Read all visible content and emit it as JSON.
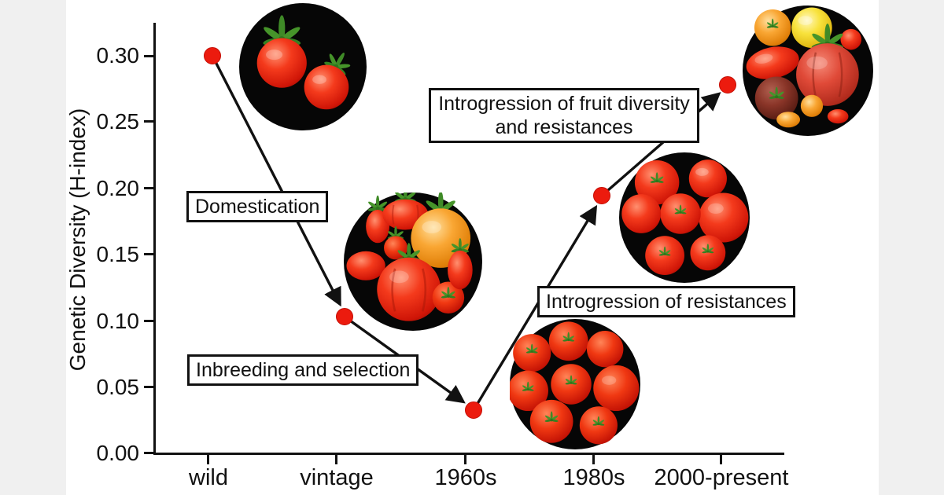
{
  "page": {
    "background_color": "#f0f0f0",
    "panel_color": "#ffffff"
  },
  "chart_data": {
    "type": "scatter",
    "title": "",
    "xlabel": "",
    "ylabel": "Genetic Diversity (H-index)",
    "categories": [
      "wild",
      "vintage",
      "1960s",
      "1980s",
      "2000-present"
    ],
    "values": [
      0.3,
      0.105,
      0.035,
      0.195,
      0.28
    ],
    "ylim": [
      0.0,
      0.32
    ],
    "yticks": [
      0.3,
      0.25,
      0.2,
      0.15,
      0.1,
      0.05,
      0.0
    ],
    "ytick_labels": [
      "0.30",
      "0.25",
      "0.20",
      "0.15",
      "0.10",
      "0.05",
      "0.00"
    ],
    "grid": false,
    "legend": "none",
    "point_color": "#ec1b0e",
    "line_color": "#111111",
    "annotations": [
      {
        "label": "Domestication",
        "from": "wild",
        "to": "vintage"
      },
      {
        "label": "Inbreeding and selection",
        "from": "vintage",
        "to": "1960s"
      },
      {
        "label": "Introgression of resistances",
        "from": "1960s",
        "to": "1980s"
      },
      {
        "label": "Introgression of fruit diversity and resistances",
        "from": "1980s",
        "to": "2000-present"
      }
    ],
    "images": [
      {
        "name": "wild-tomatoes",
        "description": "two small red cherry tomatoes with green calyx on black circle"
      },
      {
        "name": "vintage-tomatoes",
        "description": "assorted heirloom tomatoes, red and orange, varied shapes"
      },
      {
        "name": "1960s-tomatoes",
        "description": "uniform round red tomatoes"
      },
      {
        "name": "1980s-tomatoes",
        "description": "uniform round red tomatoes, slightly varied"
      },
      {
        "name": "2000-present-tomatoes",
        "description": "diverse tomatoes: yellow, orange, red, dark purple, large ribbed and small cherry"
      }
    ]
  }
}
